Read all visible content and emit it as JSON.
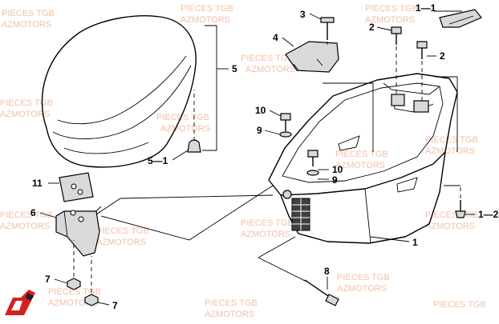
{
  "watermark": {
    "line1": "PIECES TGB",
    "line2": "AZMOTORS"
  },
  "callouts": {
    "p1": "1",
    "p1_1": "1—1",
    "p1_2": "1—2",
    "p2a": "2",
    "p2b": "2",
    "p3": "3",
    "p4": "4",
    "p5": "5",
    "p5_1": "5—1",
    "p6": "6",
    "p7a": "7",
    "p7b": "7",
    "p8": "8",
    "p9a": "9",
    "p9b": "9",
    "p10a": "10",
    "p10b": "10",
    "p11": "11"
  },
  "logo": {
    "icon": "azmotors-logo-icon"
  }
}
